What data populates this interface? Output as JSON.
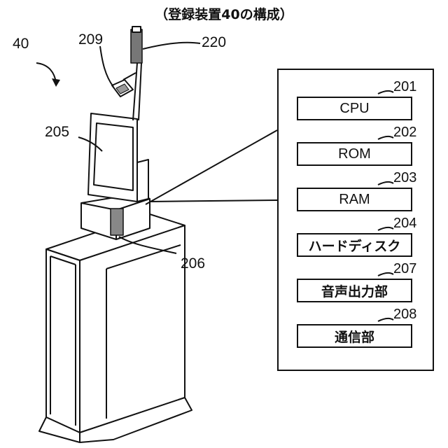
{
  "title": "（登録装置40の構成）",
  "refs": {
    "device": "40",
    "camera": "209",
    "light": "220",
    "display": "205",
    "speaker": "206"
  },
  "components": [
    {
      "ref": "201",
      "label": "CPU"
    },
    {
      "ref": "202",
      "label": "ROM"
    },
    {
      "ref": "203",
      "label": "RAM"
    },
    {
      "ref": "204",
      "label": "ハードディスク"
    },
    {
      "ref": "207",
      "label": "音声出力部"
    },
    {
      "ref": "208",
      "label": "通信部"
    }
  ]
}
